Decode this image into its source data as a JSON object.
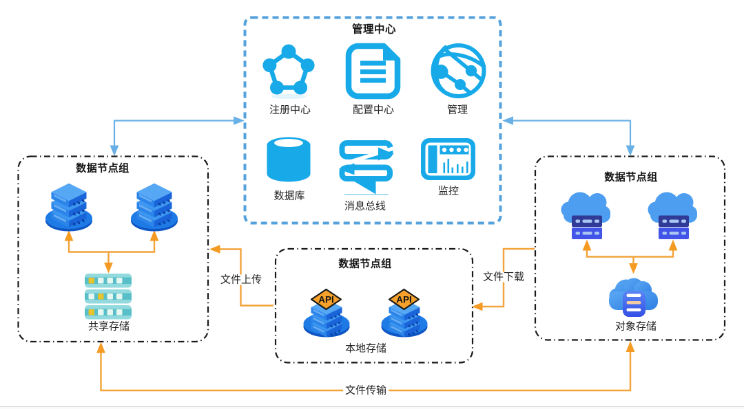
{
  "diagram": {
    "management_center": {
      "title": "管理中心",
      "items": [
        {
          "label": "注册中心",
          "icon": "registry-network-icon"
        },
        {
          "label": "配置中心",
          "icon": "config-document-icon"
        },
        {
          "label": "管理",
          "icon": "management-globe-icon"
        },
        {
          "label": "数据库",
          "icon": "database-cylinder-icon"
        },
        {
          "label": "消息总线",
          "icon": "message-bus-icon"
        },
        {
          "label": "监控",
          "icon": "monitor-dashboard-icon"
        }
      ]
    },
    "node_groups": {
      "left": {
        "title": "数据节点组",
        "storage_label": "共享存储"
      },
      "center": {
        "title": "数据节点组",
        "storage_label": "本地存储",
        "api_badge": "API"
      },
      "right": {
        "title": "数据节点组",
        "storage_label": "对象存储"
      }
    },
    "flows": {
      "upload_label": "文件上传",
      "download_label": "文件下载",
      "transfer_label": "文件传输"
    },
    "colors": {
      "icon_cyan": "#17A9E8",
      "management_border_blue": "#54A1DC",
      "control_arrow_blue": "#68B0E5",
      "data_arrow_orange": "#F59B23",
      "group_border_black": "#1A1A1A"
    }
  }
}
